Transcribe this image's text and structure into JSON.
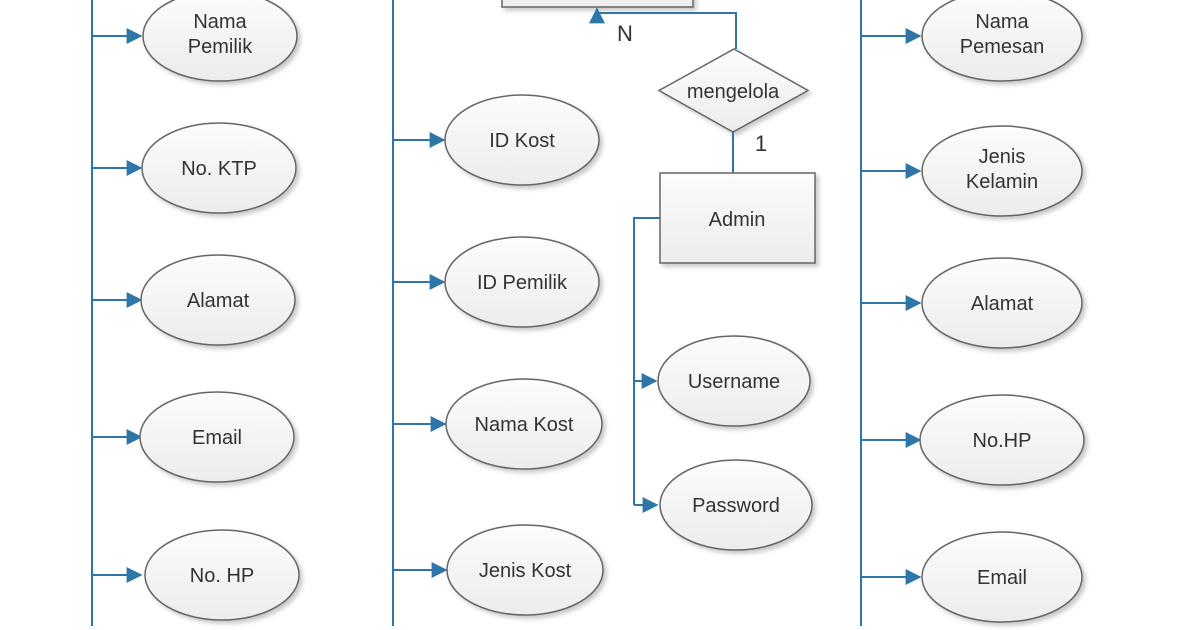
{
  "diagram": {
    "kind": "entity-relationship-diagram",
    "colors": {
      "connector_color": "#2E76A8",
      "shape_stroke_color": "#666666",
      "text_color": "#333333",
      "background_color": "#FFFFFF"
    },
    "left_column": {
      "attributes": [
        {
          "lines": [
            "Nama",
            "Pemilik"
          ]
        },
        {
          "lines": [
            "No. KTP"
          ]
        },
        {
          "lines": [
            "Alamat"
          ]
        },
        {
          "lines": [
            "Email"
          ]
        },
        {
          "lines": [
            "No. HP"
          ]
        }
      ]
    },
    "middle_column": {
      "attributes": [
        {
          "lines": [
            "ID Kost"
          ]
        },
        {
          "lines": [
            "ID Pemilik"
          ]
        },
        {
          "lines": [
            "Nama Kost"
          ]
        },
        {
          "lines": [
            "Jenis Kost"
          ]
        }
      ]
    },
    "relationship": {
      "name": "mengelola",
      "cardinality_many": "N",
      "cardinality_one": "1"
    },
    "admin_entity": {
      "name": "Admin",
      "attributes": [
        {
          "lines": [
            "Username"
          ]
        },
        {
          "lines": [
            "Password"
          ]
        }
      ]
    },
    "right_column": {
      "attributes": [
        {
          "lines": [
            "Nama",
            "Pemesan"
          ]
        },
        {
          "lines": [
            "Jenis",
            "Kelamin"
          ]
        },
        {
          "lines": [
            "Alamat"
          ]
        },
        {
          "lines": [
            "No.HP"
          ]
        },
        {
          "lines": [
            "Email"
          ]
        }
      ]
    }
  }
}
